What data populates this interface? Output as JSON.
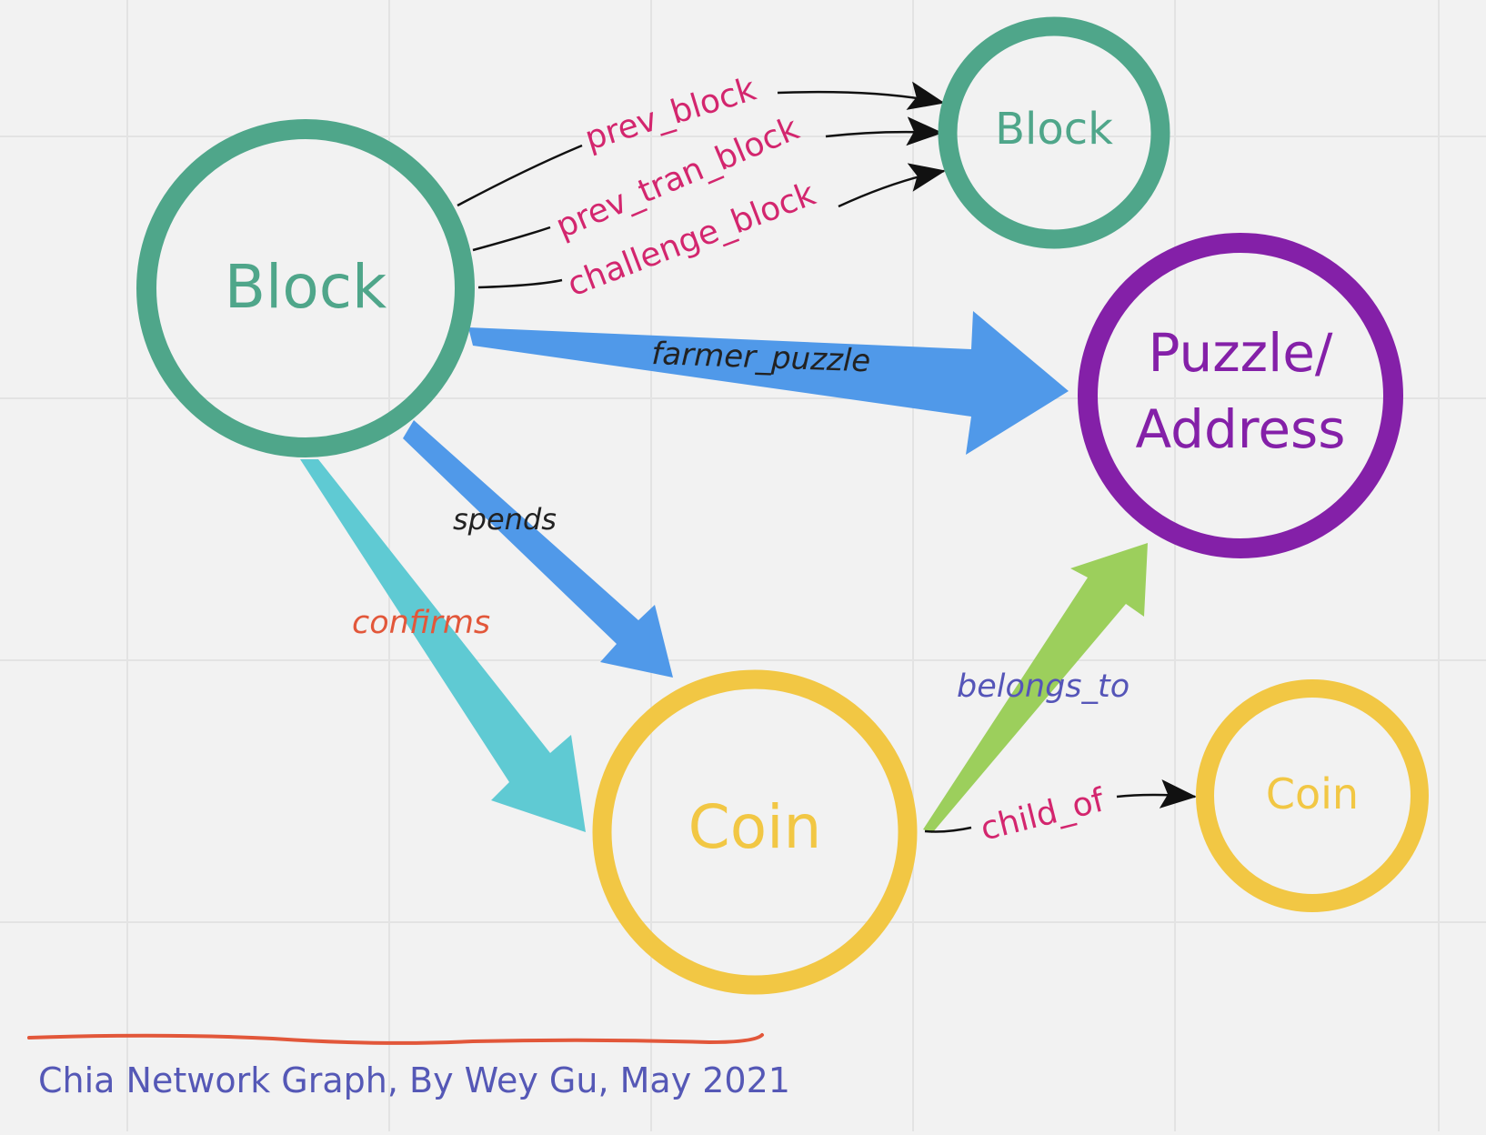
{
  "colors": {
    "background": "#f2f2f2",
    "grid": "#e3e3e3",
    "block": "#4fa68a",
    "address": "#8420a8",
    "coin": "#f2c744",
    "edge_label_magenta": "#d3266e",
    "edge_label_dark": "#222222",
    "edge_label_orange": "#e2573a",
    "edge_label_indigo": "#5555b8",
    "arrow_blue": "#5099e9",
    "arrow_cyan": "#5fcad3",
    "arrow_green": "#9ccf5c",
    "underline": "#e2573a",
    "caption": "#5558b6"
  },
  "nodes": {
    "block_main": "Block",
    "block_prev": "Block",
    "address_line1": "Puzzle/",
    "address_line2": "Address",
    "coin_main": "Coin",
    "coin_child": "Coin"
  },
  "edges": {
    "prev_block": "prev_block",
    "prev_tran_block": "prev_tran_block",
    "challenge_block": "challenge_block",
    "farmer_puzzle": "farmer_puzzle",
    "spends": "spends",
    "confirms": "confirms",
    "belongs_to": "belongs_to",
    "child_of": "child_of"
  },
  "caption": "Chia Network Graph, By Wey Gu, May 2021"
}
